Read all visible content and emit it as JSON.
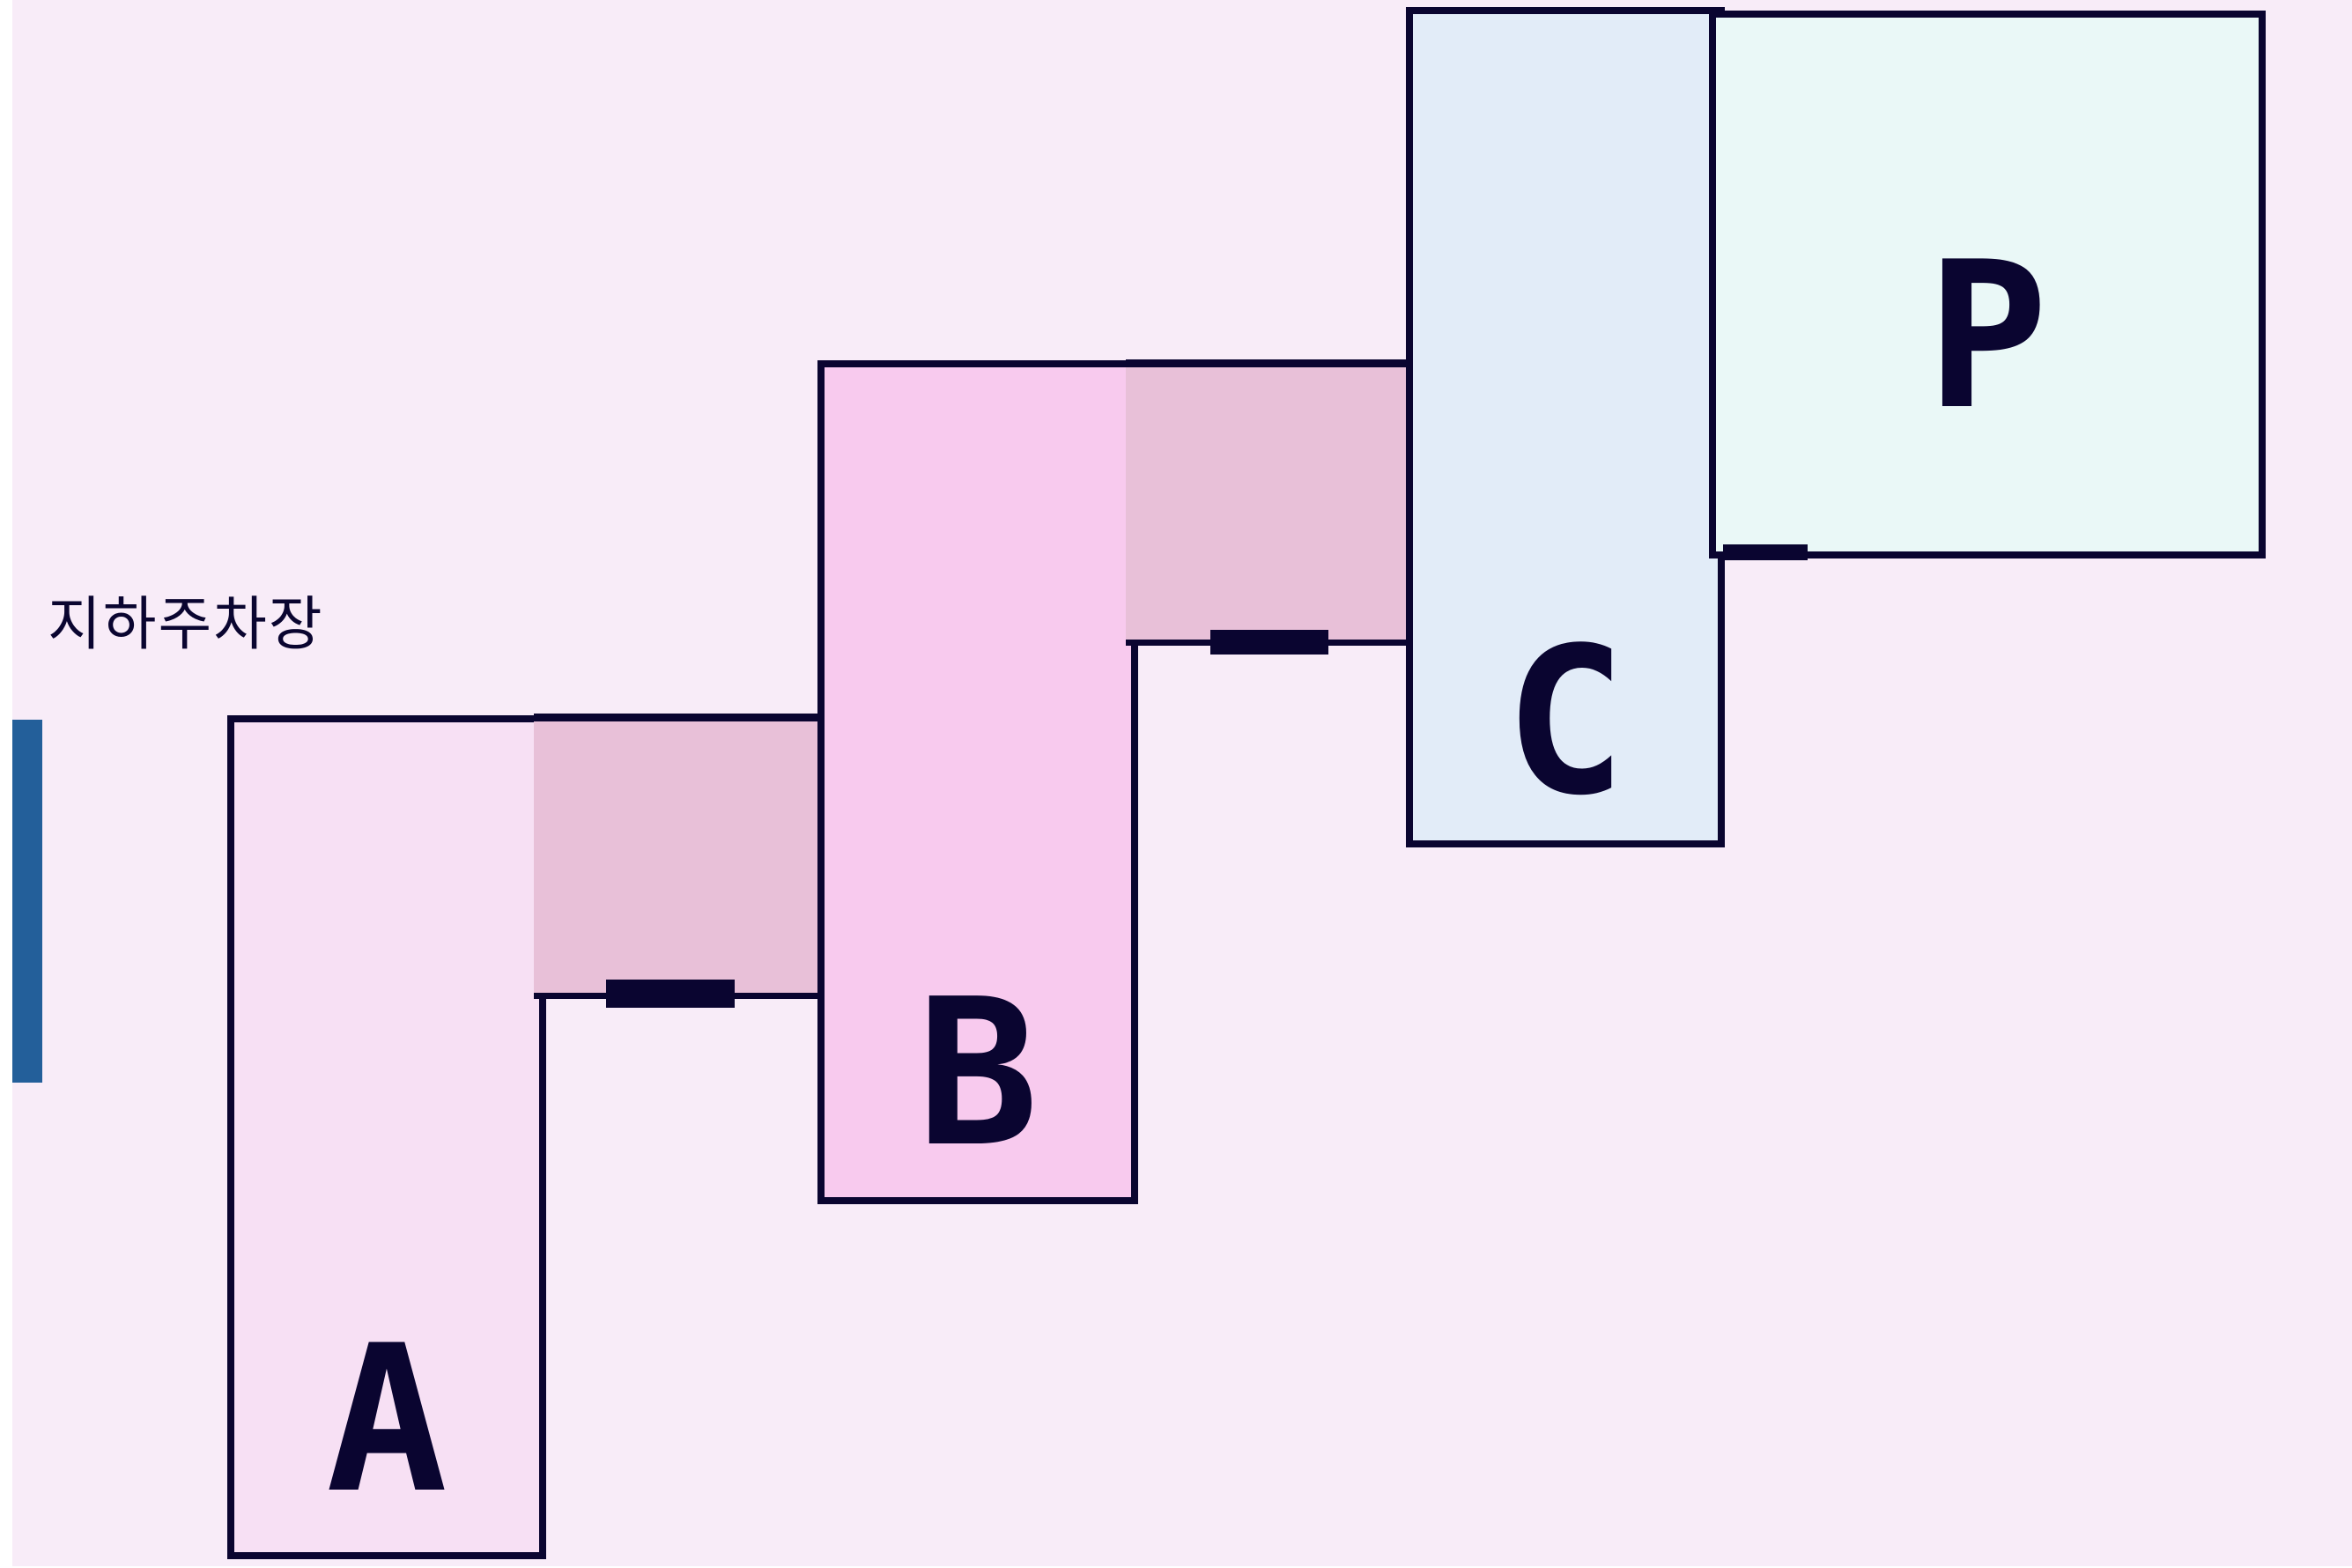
{
  "level": {
    "label": "지하주차장"
  },
  "rooms": [
    {
      "id": "A",
      "label": "A",
      "color": "#f7e0f4"
    },
    {
      "id": "B",
      "label": "B",
      "color": "#f8caee"
    },
    {
      "id": "C",
      "label": "C",
      "color": "#e2ecf8"
    },
    {
      "id": "P",
      "label": "P",
      "color": "#eaf8f7"
    }
  ],
  "colors": {
    "background": "#f8ecf8",
    "outline": "#0a0530",
    "bridge": "#e8c0d8",
    "side_tab": "#235f9a"
  }
}
